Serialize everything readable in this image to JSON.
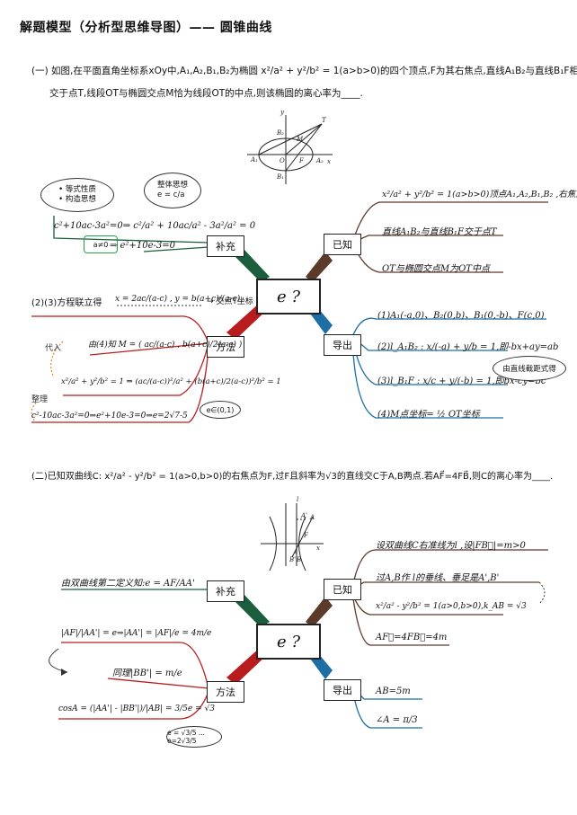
{
  "page_title": "解题模型（分析型思维导图）—— 圆锥曲线",
  "problem1": {
    "line1": "(一) 如图,在平面直角坐标系xOy中,A₁,A₂,B₁,B₂为椭圆 x²/a² + y²/b² = 1(a>b>0)的四个顶点,F为其右焦点,直线A₁B₂与直线B₁F相",
    "line2": "交于点T,线段OT与椭圆交点M恰为线段OT的中点,则该椭圆的离心率为____.",
    "center_label": "e ?",
    "nodes": {
      "known": "已知",
      "derive": "导出",
      "supplement": "补充",
      "method": "方法"
    },
    "known_items": [
      "x²/a² + y²/b² = 1(a>b>0)顶点A₁,A₂,B₁,B₂ ,右焦点为F",
      "直线A₁B₂与直线B₁F交于点T",
      "OT与椭圆交点M为OT中点"
    ],
    "derive_items": [
      "(1)A₁(-a,0)、B₂(0,b)、B₁(0,-b)、F(c,0)",
      "(2)l_A₁B₂ : x/(-a) + y/b = 1,即-bx+ay=ab",
      "(3)l_B₁F : x/c + y/(-b) = 1,即bx-cy=bc",
      "(4)M点坐标= ½ OT坐标"
    ],
    "derive_cloud": "由直线截距式得",
    "supplement_clouds": [
      "• 等式性质\n• 构造思想",
      "整体思想\ne = c/a"
    ],
    "supplement_eq1": "c²+10ac-3a²=0⇒ c²/a² + 10ac/a² - 3a²/a² = 0",
    "supplement_eq2": "⇒ e²+10e-3=0",
    "supplement_burst": "a≠0",
    "method_step1": "(2)(3)方程联立得",
    "method_eq1": "x = 2ac/(a-c) , y = b(a+c)/(a-c)",
    "method_arrow1": "→ 交点T坐标",
    "method_step2": "由(4)知 M = ( ac/(a-c) , b(a+c)/2(a-c) )",
    "method_substitute": "代入",
    "method_eq2": "x²/a² + y²/b² = 1 ⇒ (ac/(a-c))²/a² + (b(a+c)/2(a-c))²/b² = 1",
    "method_tidy": "整理",
    "method_eq3": "c²-10ac-3a²=0⇒e²+10e-3=0⇒e=2√7-5",
    "method_cloud": "e∈(0,1)"
  },
  "problem2": {
    "line1": "(二)已知双曲线C: x²/a² - y²/b² = 1(a>0,b>0)的右焦点为F,过F且斜率为√3的直线交C于A,B两点.若AF⃗=4FB⃗,则C的离心率为____.",
    "center_label": "e ?",
    "nodes": {
      "known": "已知",
      "derive": "导出",
      "supplement": "补充",
      "method": "方法"
    },
    "known_items": [
      "设双曲线C右准线为l ,设|FB⃗|=m>0",
      "过A,B作 l的垂线、垂足是A',B'",
      "x²/a² - y²/b² = 1(a>0,b>0),k_AB = √3",
      "AF⃗=4FB⃗=4m"
    ],
    "derive_items": [
      "AB=5m",
      "∠A = π/3"
    ],
    "supplement_text": "由双曲线第二定义知:e = AF/AA'",
    "method_eq1": "|AF|/|AA'| = e⇒|AA'| = |AF|/e = 4m/e",
    "method_eq2": "同理|BB'| = m/e",
    "method_eq3": "cosA = (|AA'| - |BB'|)/|AB| = 3/5e = √3",
    "method_cloud": "e = √3/5 ... e=2√3/5"
  }
}
